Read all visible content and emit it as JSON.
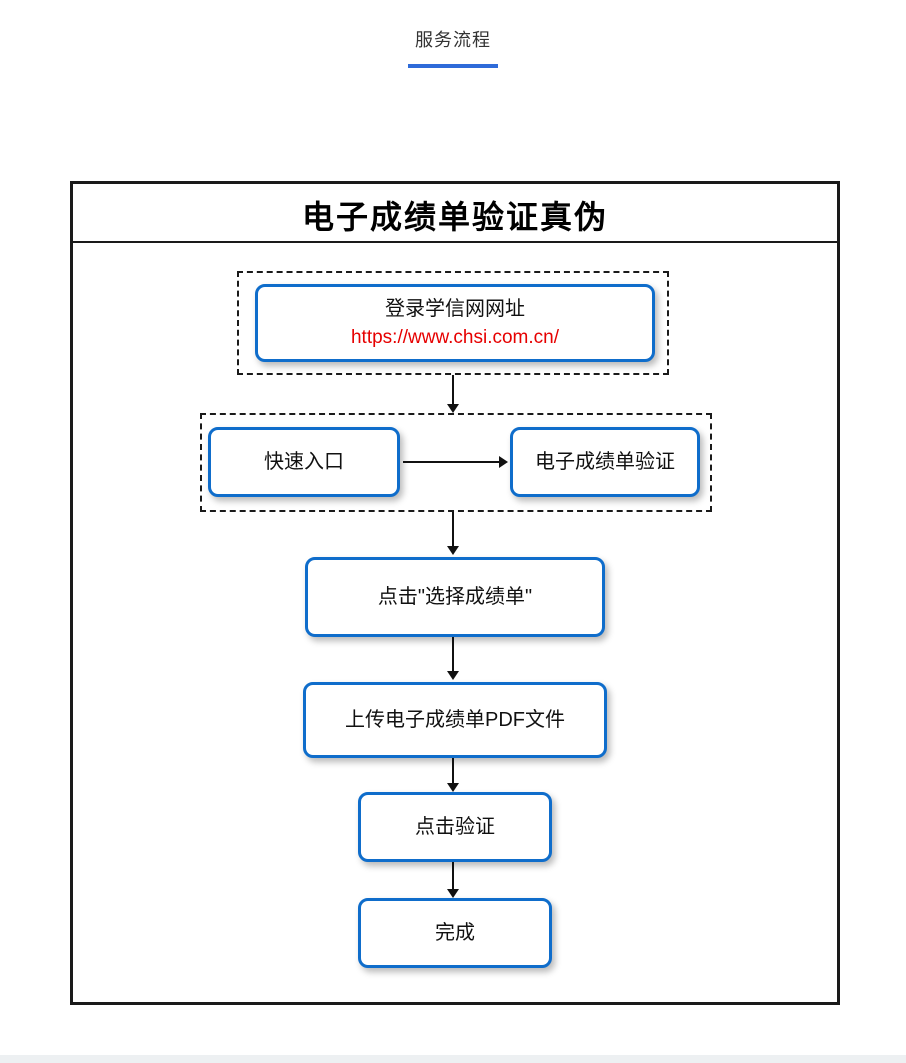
{
  "page": {
    "section_title": "服务流程"
  },
  "flowchart": {
    "title": "电子成绩单验证真伪",
    "nodes": {
      "login_line1": "登录学信网网址",
      "login_url": "https://www.chsi.com.cn/",
      "quick_entry": "快速入口",
      "verify_entry": "电子成绩单验证",
      "select_transcript": "点击\"选择成绩单\"",
      "upload_pdf": "上传电子成绩单PDF文件",
      "click_verify": "点击验证",
      "done": "完成"
    },
    "colors": {
      "accent": "#2e6bd9",
      "node_border": "#0f6dcb",
      "url_text": "#e60000"
    }
  }
}
